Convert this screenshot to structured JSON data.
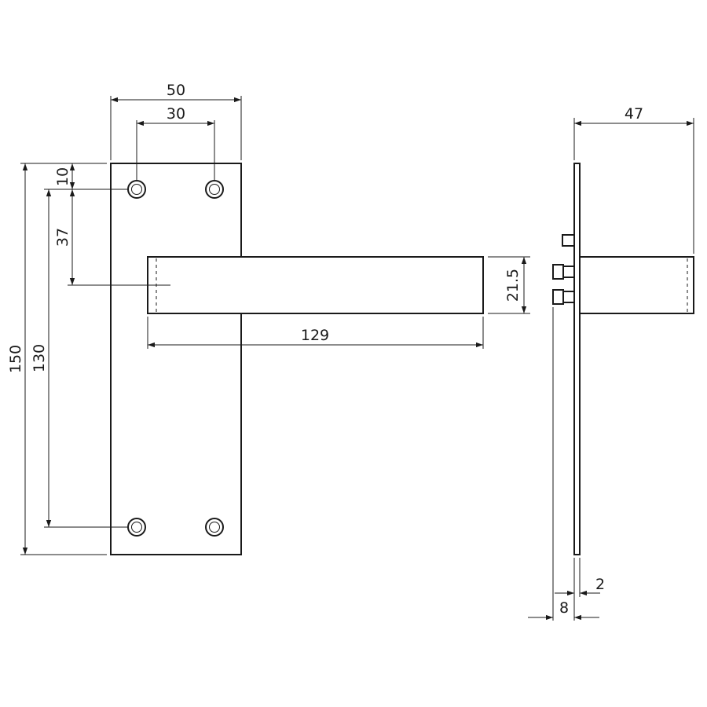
{
  "drawing": {
    "front_view": {
      "plate_width": "50",
      "hole_spacing_horizontal": "30",
      "plate_height": "150",
      "hole_spacing_vertical": "130",
      "top_hole_offset": "10",
      "lever_axis_offset": "37",
      "lever_length": "129",
      "lever_height": "21.5"
    },
    "side_view": {
      "projection": "47",
      "plate_thickness": "2",
      "spindle_offset": "8"
    }
  }
}
